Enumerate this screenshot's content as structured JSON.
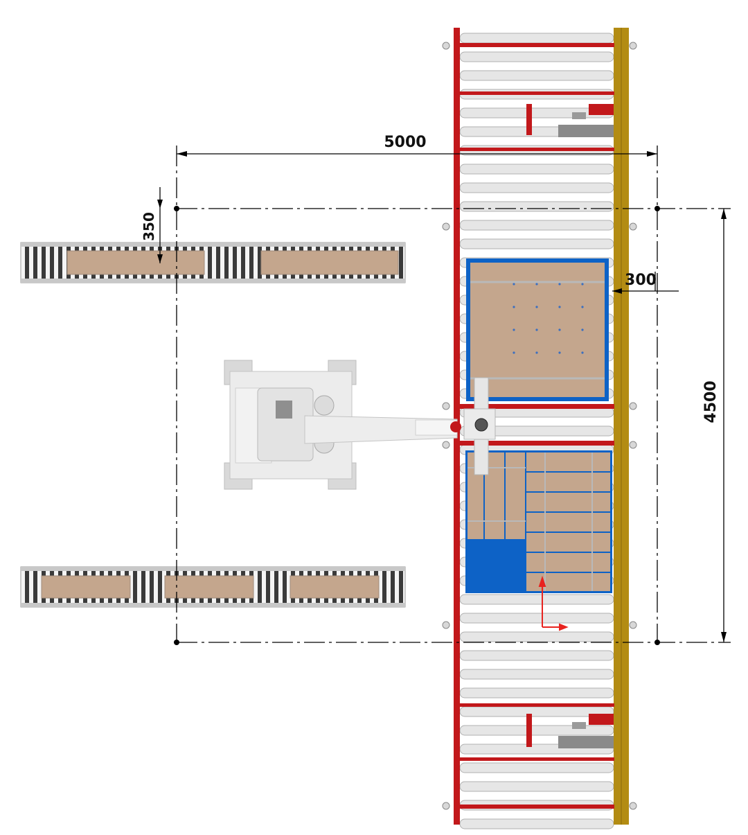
{
  "dimensions": {
    "width_label": "5000",
    "offset_label": "350",
    "gap_label": "300",
    "height_label": "4500"
  },
  "colors": {
    "frame_red": "#c2181b",
    "rail_gold": "#b38c13",
    "pallet_blue": "#0d62c6",
    "box_tan": "#c4a68d",
    "roller_light": "#e6e6e6",
    "dimension_line": "#000000",
    "axis_marker": "#e8231f"
  },
  "components": {
    "upper_conveyor": {
      "name": "infeed-conveyor-upper",
      "box_count": 2
    },
    "lower_conveyor": {
      "name": "infeed-conveyor-lower",
      "box_count": 3
    },
    "robot": {
      "name": "palletizing-robot"
    },
    "pallet_conveyor": {
      "name": "pallet-roller-conveyor"
    },
    "pallet_upper": {
      "name": "pallet-with-layer"
    },
    "pallet_lower": {
      "name": "pallet-stacking-pattern"
    }
  }
}
